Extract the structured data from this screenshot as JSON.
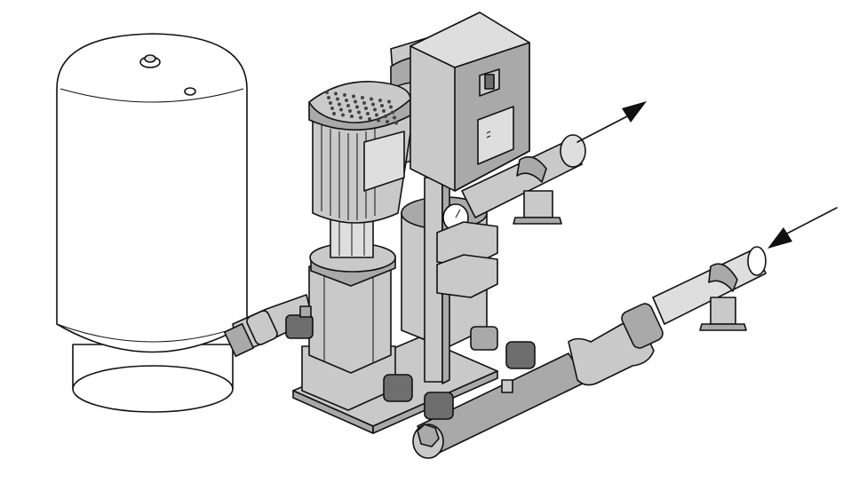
{
  "diagram": {
    "background": "#ffffff",
    "line_color": "#111111",
    "metal_fill": "#c9c9c9",
    "metal_dark": "#a9a9a9",
    "vessel_fill": "#ffffff"
  },
  "components": [
    {
      "id": "pressure-vessel",
      "icon": "tank-icon"
    },
    {
      "id": "pump-1",
      "icon": "pump-icon"
    },
    {
      "id": "pump-2",
      "icon": "pump-icon"
    },
    {
      "id": "control-box",
      "icon": "control-panel-icon"
    },
    {
      "id": "pressure-gauge",
      "icon": "gauge-icon"
    },
    {
      "id": "discharge-manifold",
      "icon": "pipe-icon"
    },
    {
      "id": "suction-manifold",
      "icon": "pipe-icon"
    },
    {
      "id": "outlet-arrow",
      "icon": "arrow-out-icon"
    },
    {
      "id": "inlet-arrow",
      "icon": "arrow-in-icon"
    }
  ]
}
